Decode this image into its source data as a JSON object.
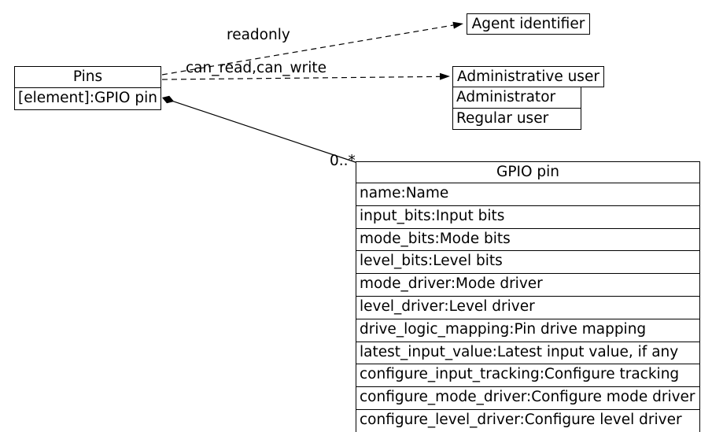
{
  "diagram": {
    "colors": {
      "stroke": "#000000",
      "background": "#ffffff"
    },
    "pins": {
      "title": "Pins",
      "rows": [
        "[element]:GPIO pin"
      ]
    },
    "agent_identifier": {
      "title": "Agent identifier"
    },
    "administrative_user": {
      "title": "Administrative user",
      "rows": [
        "Administrator",
        "Regular user"
      ]
    },
    "gpio_pin": {
      "title": "GPIO pin",
      "rows": [
        "name:Name",
        "input_bits:Input bits",
        "mode_bits:Mode bits",
        "level_bits:Level bits",
        "mode_driver:Mode driver",
        "level_driver:Level driver",
        "drive_logic_mapping:Pin drive mapping",
        "latest_input_value:Latest input value, if any",
        "configure_input_tracking:Configure tracking",
        "configure_mode_driver:Configure mode driver",
        "configure_level_driver:Configure level driver"
      ]
    },
    "edges": {
      "readonly_label": "readonly",
      "can_read_write_label": "can_read,can_write",
      "multiplicity_label": "0..*"
    }
  }
}
